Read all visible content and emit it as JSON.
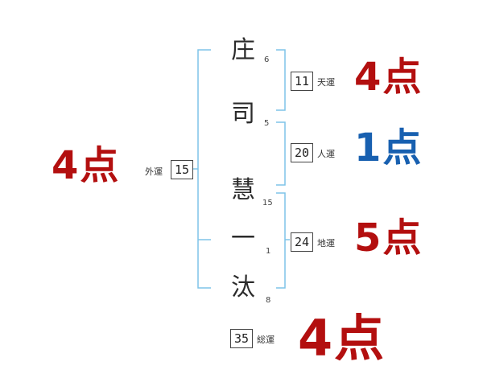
{
  "name_chars": [
    {
      "char": "庄",
      "strokes": "6"
    },
    {
      "char": "司",
      "strokes": "5"
    },
    {
      "char": "慧",
      "strokes": "15"
    },
    {
      "char": "一",
      "strokes": "1"
    },
    {
      "char": "汰",
      "strokes": "8"
    }
  ],
  "ten_un": {
    "label": "天運",
    "value": "11",
    "score": "4点"
  },
  "jin_un": {
    "label": "人運",
    "value": "20",
    "score": "1点"
  },
  "chi_un": {
    "label": "地運",
    "value": "24",
    "score": "5点"
  },
  "gai_un": {
    "label": "外運",
    "value": "15",
    "score": "4点"
  },
  "so_un": {
    "label": "総運",
    "value": "35",
    "score": "4点"
  },
  "colors": {
    "bracket": "#7fc4e8",
    "score_red": "#b30f0f",
    "score_blue": "#1860b0"
  }
}
